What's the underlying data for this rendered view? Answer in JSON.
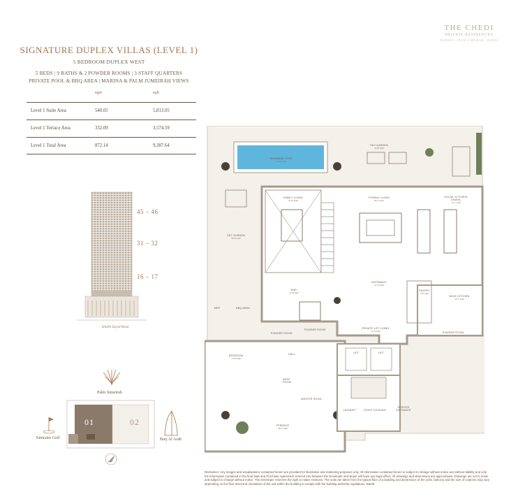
{
  "brand": {
    "name": "THE CHEDI",
    "subtitle": "PRIVATE RESIDENCES",
    "tagline": "MARINA · PALM JUMEIRAH · DUBAI"
  },
  "header": {
    "title": "SIGNATURE DUPLEX VILLAS (LEVEL 1)",
    "subtitle": "5 BEDROOM DUPLEX WEST",
    "features_line1": "5 BEDS | 9 BATHS & 2 POWDER ROOMS | 3 STAFF QUARTERS",
    "features_line2": "PRIVATE POOL & BBQ AREA | MARINA & PALM JUMEIRAH VIEWS"
  },
  "area_table": {
    "col_sqm": "sqm",
    "col_sqft": "sqft",
    "rows": [
      {
        "label": "Level 1 Suite Area",
        "sqm": "540.05",
        "sqft": "5,813.05"
      },
      {
        "label": "Level 1 Terrace Area",
        "sqm": "332.09",
        "sqft": "3,574.59"
      },
      {
        "label": "Level 1 Total Area",
        "sqm": "872.14",
        "sqft": "9,387.64"
      }
    ]
  },
  "tower": {
    "floors": [
      "45 – 46",
      "31 – 32",
      "16 – 17"
    ],
    "street": "Sheikh Zayed Road"
  },
  "keymap": {
    "top_label": "Palm Jumeirah",
    "left_label": "Emirates Golf",
    "right_label": "Burj Al Arab",
    "unit_1": "01",
    "unit_2": "02"
  },
  "plan": {
    "rooms": {
      "sky_garden_top": "SKY GARDEN",
      "sky_garden_top_area": "60.56 SQM",
      "swimming_pool": "SWIMMING POOL",
      "swimming_pool_area": "35.63 SQM",
      "sky_garden_left": "SKY GARDEN",
      "sky_garden_left_area": "96.46 SQM",
      "family_living": "FAMILY LIVING",
      "family_living_area": "34.01 SQM",
      "formal_living": "FORMAL LIVING",
      "formal_living_area": "89.11 SQM",
      "social_kitchen": "SOCIAL KITCHEN/",
      "dining": "DINING",
      "social_kitchen_area": "41.17 SQM",
      "bar": "BAR",
      "bar_area": "10.03 SQM",
      "entrance": "ENTRANCE",
      "entrance_area": "12.75 SQM",
      "mep": "MEP",
      "bbq_area": "BBQ AREA",
      "pantry": "PANTRY",
      "pantry_area": "3.56 SQM",
      "back_kitchen": "BACK KITCHEN",
      "back_kitchen_area": "19.47 SQM",
      "powder_room_1": "POWDER ROOM",
      "powder_room_2": "POWDER ROOM",
      "private_lift_lobby": "PRIVATE LIFT LOBBY",
      "private_lift_lobby_area": "12.73 SQM",
      "powder_room_3": "POWDER ROOM",
      "lift_1": "LIFT",
      "lift_2": "LIFT",
      "bedroom": "BEDROOM",
      "bedroom_area": "17.66 SQM",
      "hall": "HALL",
      "bathroom": "BATH-",
      "bathroom_2": "ROOM",
      "master_room": "MASTER ROOM",
      "laundry": "LAUNDRY",
      "staff_cooking": "STAFF COOKING",
      "service_entrance_1": "SERVICE",
      "service_entrance_2": "ENTRANCE",
      "terrace": "TERRACE",
      "terrace_area": "28.17 SQM"
    }
  },
  "disclaimer": "Disclaimer: Any images and visualisations contained herein are provided for illustrative and marketing purposes only. All information contained herein is subject to change without notice and without liability and only the information contained in the final Sale and Purchase Agreement entered into between the Developer and Buyer will have any legal effect. All drawings and dimensions are approximate. Drawings are not to scale and subject to change without notice. The Developer reserves the right to make revisions. The units are taken from the typical floor of a building and dimensions of the units, balcony and the size of columns may vary depending on the floor level and orientation of the unit within the building to comply with the building authority regulations. E&OE"
}
